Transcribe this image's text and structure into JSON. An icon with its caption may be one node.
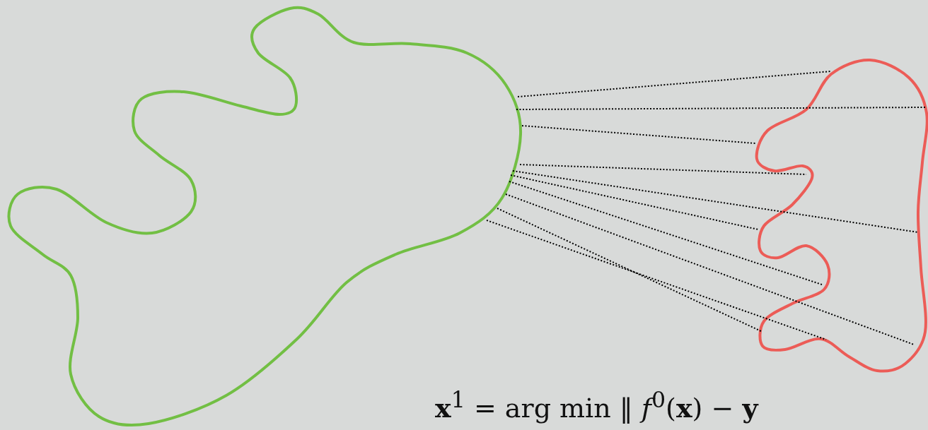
{
  "diagram": {
    "nodes": [
      {
        "text": [],
        "shape": "blob"
      },
      {
        "text": [],
        "shape": "blob"
      }
    ],
    "edges": [
      {
        "from": 0,
        "to": 1,
        "arrow": "none",
        "style": "dashed"
      },
      {
        "from": 0,
        "to": 1,
        "arrow": "none",
        "style": "dashed"
      },
      {
        "from": 0,
        "to": 1,
        "arrow": "none",
        "style": "dashed"
      },
      {
        "from": 0,
        "to": 1,
        "arrow": "none",
        "style": "dashed"
      },
      {
        "from": 0,
        "to": 1,
        "arrow": "none",
        "style": "dashed"
      },
      {
        "from": 0,
        "to": 1,
        "arrow": "none",
        "style": "dashed"
      },
      {
        "from": 0,
        "to": 1,
        "arrow": "none",
        "style": "dashed"
      },
      {
        "from": 0,
        "to": 1,
        "arrow": "none",
        "style": "dashed"
      },
      {
        "from": 0,
        "to": 1,
        "arrow": "none",
        "style": "dashed"
      },
      {
        "from": 0,
        "to": 1,
        "arrow": "none",
        "style": "dashed"
      }
    ],
    "labels": [
      "**x**$^{1}$ = arg min ‖ *f*$^{0}$(**x**) − **y**"
    ]
  }
}
